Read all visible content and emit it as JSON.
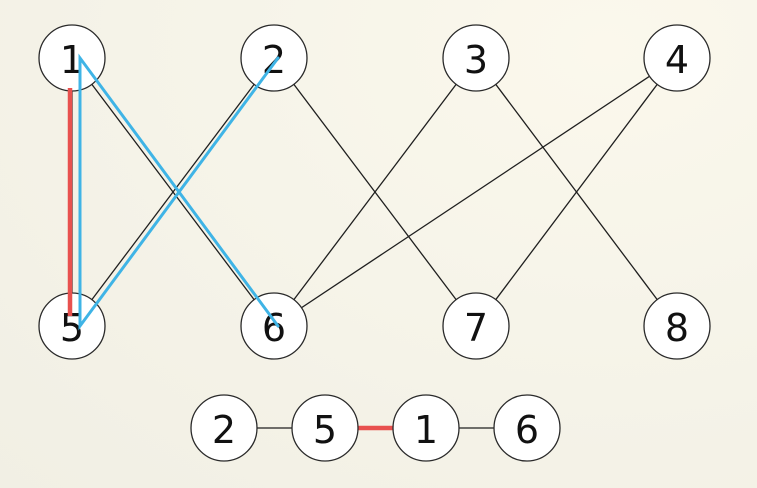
{
  "graph": {
    "top_nodes": [
      {
        "id": "n1",
        "label": "1"
      },
      {
        "id": "n2",
        "label": "2"
      },
      {
        "id": "n3",
        "label": "3"
      },
      {
        "id": "n4",
        "label": "4"
      }
    ],
    "bottom_nodes": [
      {
        "id": "n5",
        "label": "5"
      },
      {
        "id": "n6",
        "label": "6"
      },
      {
        "id": "n7",
        "label": "7"
      },
      {
        "id": "n8",
        "label": "8"
      }
    ],
    "edges": [
      {
        "from": "n1",
        "to": "n5"
      },
      {
        "from": "n1",
        "to": "n6"
      },
      {
        "from": "n2",
        "to": "n5"
      },
      {
        "from": "n2",
        "to": "n7"
      },
      {
        "from": "n3",
        "to": "n6"
      },
      {
        "from": "n3",
        "to": "n8"
      },
      {
        "from": "n4",
        "to": "n6"
      },
      {
        "from": "n4",
        "to": "n7"
      }
    ],
    "matched_edges": [
      {
        "from": "n1",
        "to": "n5"
      }
    ],
    "augmenting_path": [
      "n2",
      "n5",
      "n1",
      "n6"
    ]
  },
  "path_row": {
    "nodes": [
      {
        "id": "p2",
        "label": "2"
      },
      {
        "id": "p5",
        "label": "5"
      },
      {
        "id": "p1",
        "label": "1"
      },
      {
        "id": "p6",
        "label": "6"
      }
    ],
    "links": [
      {
        "from": "p2",
        "to": "p5",
        "kind": "plain"
      },
      {
        "from": "p5",
        "to": "p1",
        "kind": "matched"
      },
      {
        "from": "p1",
        "to": "p6",
        "kind": "plain"
      }
    ]
  },
  "colors": {
    "matched": "#e8514f",
    "path": "#3fb4e6",
    "edge": "#1f1f1f",
    "node_fill": "#ffffff",
    "node_stroke": "#2a2a2a"
  }
}
